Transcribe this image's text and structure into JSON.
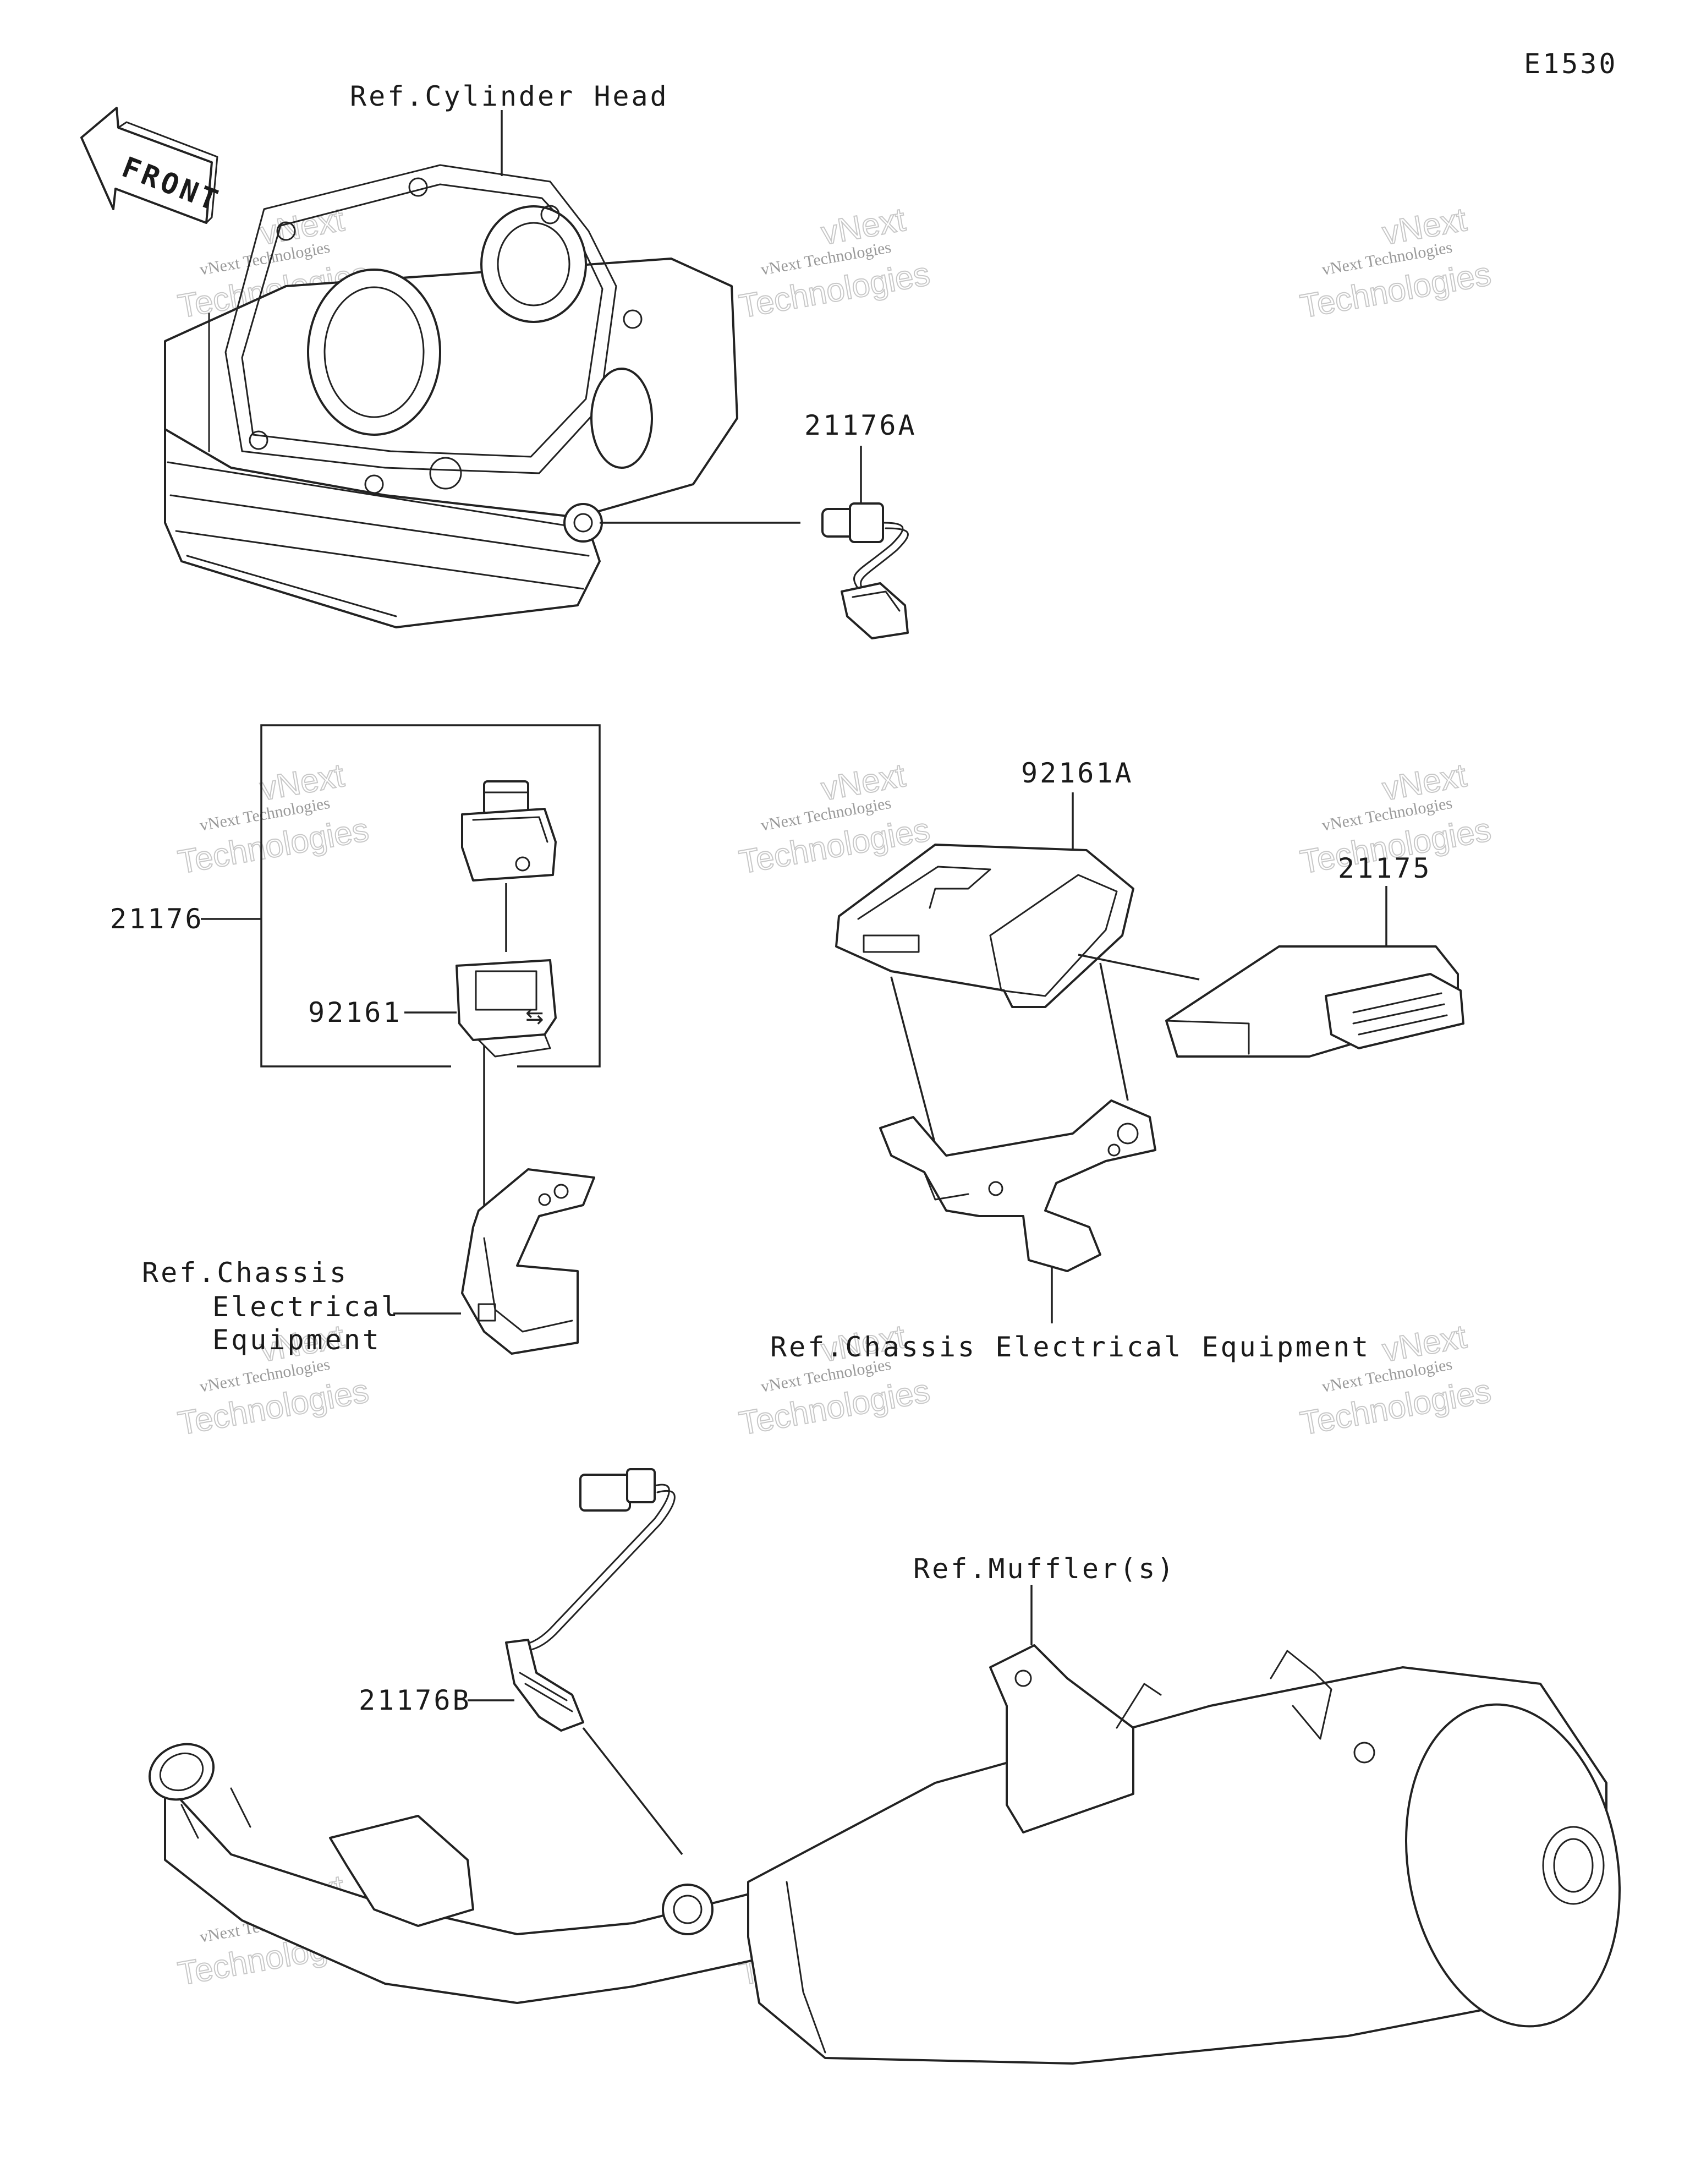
{
  "diagram_id": "E1530",
  "front_arrow_label": "FRONT",
  "labels": {
    "ref_cylinder_head": "Ref.Cylinder Head",
    "part_21176A": "21176A",
    "part_21176": "21176",
    "part_92161": "92161",
    "part_92161A": "92161A",
    "part_21175": "21175",
    "ref_chassis_left_line1": "Ref.Chassis",
    "ref_chassis_left_line2": "Electrical",
    "ref_chassis_left_line3": "Equipment",
    "ref_chassis_right": "Ref.Chassis Electrical Equipment",
    "ref_mufflers": "Ref.Muffler(s)",
    "part_21176B": "21176B"
  },
  "watermark": {
    "line1": "vNext Technologies",
    "line2": "Technologies",
    "line3": "vNext"
  }
}
